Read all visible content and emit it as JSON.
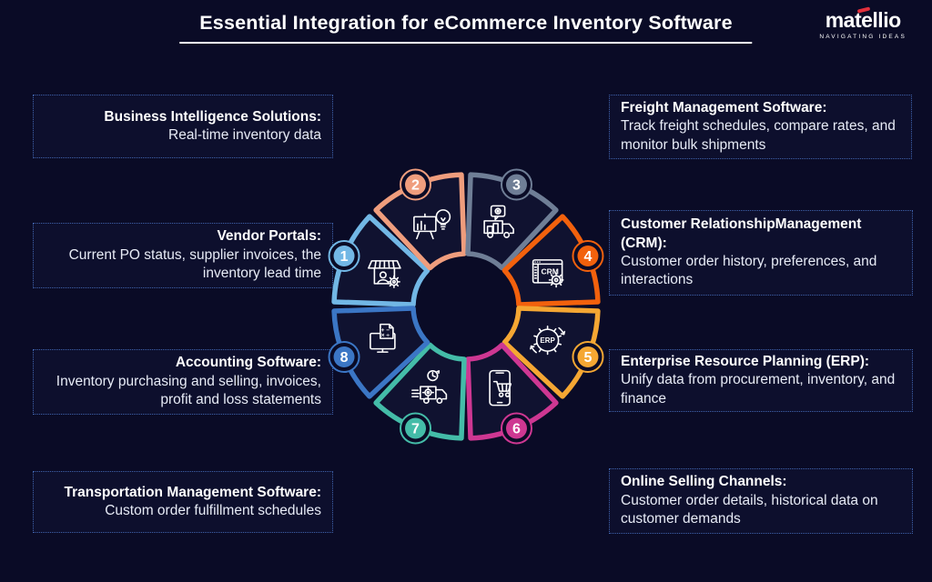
{
  "title": "Essential Integration for eCommerce Inventory Software",
  "logo": {
    "name": "matellio",
    "tagline": "NAVIGATING IDEAS",
    "accent_color": "#e3303c"
  },
  "boxes": {
    "left": [
      {
        "heading": "Business Intelligence Solutions:",
        "body": "Real-time inventory data"
      },
      {
        "heading": "Vendor Portals:",
        "body": "Current PO status, supplier invoices, the inventory lead time"
      },
      {
        "heading": "Accounting Software:",
        "body": "Inventory purchasing and selling, invoices, profit and loss statements"
      },
      {
        "heading": "Transportation Management Software:",
        "body": "Custom order fulfillment schedules"
      }
    ],
    "right": [
      {
        "heading": "Freight Management Software:",
        "body": "Track freight schedules, compare rates, and monitor bulk shipments"
      },
      {
        "heading": "Customer RelationshipManagement (CRM):",
        "body": "Customer order history, preferences, and interactions"
      },
      {
        "heading": "Enterprise Resource Planning (ERP):",
        "body": "Unify data from procurement, inventory, and finance"
      },
      {
        "heading": "Online Selling Channels:",
        "body": "Customer order details, historical data on customer demands"
      }
    ]
  },
  "wheel": {
    "segments": [
      {
        "number": "1",
        "icon": "storefront-icon",
        "color": "#72B7E5"
      },
      {
        "number": "2",
        "icon": "business-intelligence-icon",
        "color": "#EF9D7D"
      },
      {
        "number": "3",
        "icon": "freight-truck-icon",
        "color": "#6F7E96"
      },
      {
        "number": "4",
        "icon": "crm-icon",
        "color": "#F2610D"
      },
      {
        "number": "5",
        "icon": "erp-icon",
        "color": "#F5A733"
      },
      {
        "number": "6",
        "icon": "online-cart-icon",
        "color": "#CE3792"
      },
      {
        "number": "7",
        "icon": "delivery-truck-icon",
        "color": "#44BCA8"
      },
      {
        "number": "8",
        "icon": "accounting-icon",
        "color": "#3B76C5"
      }
    ]
  },
  "colors": {
    "background": "#0a0b26",
    "wedge_fill": "#101230",
    "box_border": "#3f62ab",
    "text_primary": "#ffffff",
    "text_secondary": "#e7ebf6"
  }
}
